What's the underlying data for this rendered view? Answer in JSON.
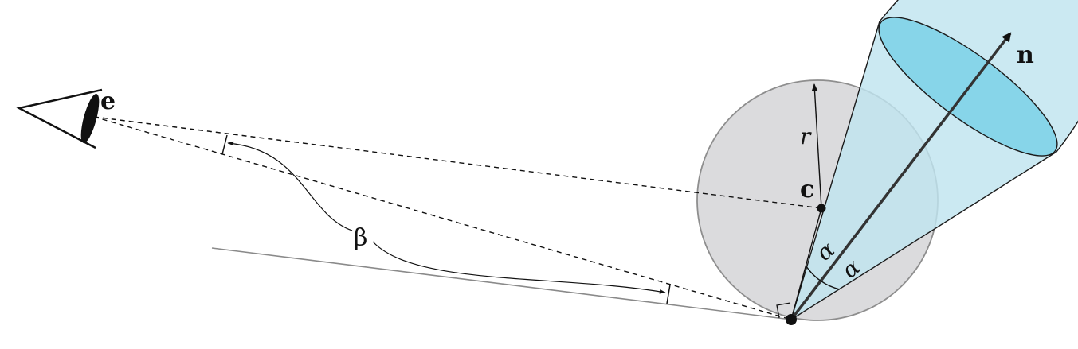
{
  "labels": {
    "eye": "e",
    "normal": "n",
    "radius": "r",
    "center": "c",
    "angle_alpha_left": "α",
    "angle_alpha_right": "α",
    "angle_beta": "β"
  },
  "colors": {
    "sphere_fill": "#d9d9db",
    "sphere_stroke": "#8e8e8e",
    "cone_fill": "#bfe4ef",
    "cone_cap_fill": "#7fd3e8",
    "cone_stroke": "#1a1a1a",
    "line": "#111111",
    "ground_line": "#8a8a8a"
  },
  "icons": {
    "eye": "eye-icon"
  }
}
